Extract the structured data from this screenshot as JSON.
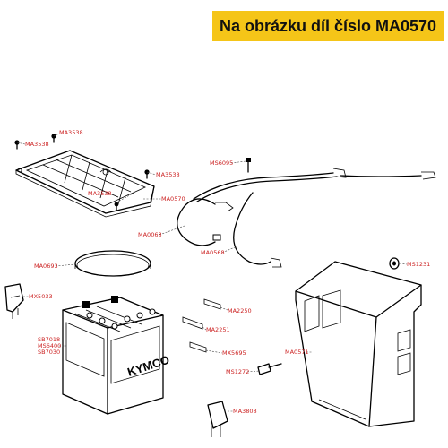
{
  "header": {
    "title": "Na obrázku díl číslo MA0570",
    "background_color": "#f5c518"
  },
  "label_color": "#cc2222",
  "battery": {
    "brand_text": "KYMCO"
  },
  "parts": [
    {
      "code": "MA3538"
    },
    {
      "code": "MA3538"
    },
    {
      "code": "MA3538"
    },
    {
      "code": "MA3538"
    },
    {
      "code": "MA0570"
    },
    {
      "code": "MS6095"
    },
    {
      "code": "MA0063"
    },
    {
      "code": "MA0568"
    },
    {
      "code": "MA0693"
    },
    {
      "code": "MS1231"
    },
    {
      "code": "MX5033"
    },
    {
      "code": "MA2250"
    },
    {
      "code": "MA2251"
    },
    {
      "code": "SB7018"
    },
    {
      "code": "MS6400"
    },
    {
      "code": "SB7030"
    },
    {
      "code": "MX5695"
    },
    {
      "code": "MA0571"
    },
    {
      "code": "MS1272"
    },
    {
      "code": "MA3808"
    }
  ]
}
